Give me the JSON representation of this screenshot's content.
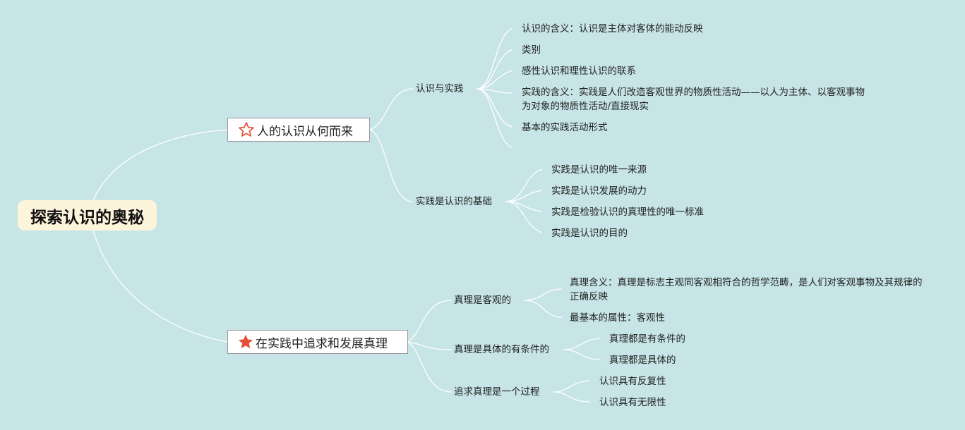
{
  "root": {
    "label": "探索认识的奥秘"
  },
  "branches": [
    {
      "label": "人的认识从何而来",
      "icon": "star-outline-icon",
      "icon_color": "#e5503a",
      "children": [
        {
          "label": "认识与实践",
          "children": [
            "认识的含义：认识是主体对客体的能动反映",
            "类别",
            "感性认识和理性认识的联系",
            "实践的含义：实践是人们改造客观世界的物质性活动——以人为主体、以客观事物为对象的物质性活动/直接现实",
            "基本的实践活动形式"
          ]
        },
        {
          "label": "实践是认识的基础",
          "children": [
            "实践是认识的唯一来源",
            "实践是认识发展的动力",
            "实践是检验认识的真理性的唯一标准",
            "实践是认识的目的"
          ]
        }
      ]
    },
    {
      "label": "在实践中追求和发展真理",
      "icon": "star-filled-icon",
      "icon_color": "#e5503a",
      "children": [
        {
          "label": "真理是客观的",
          "children": [
            "真理含义：真理是标志主观同客观相符合的哲学范畴，是人们对客观事物及其规律的正确反映",
            "最基本的属性：客观性"
          ]
        },
        {
          "label": "真理是具体的有条件的",
          "children": [
            "真理都是有条件的",
            "真理都是具体的"
          ]
        },
        {
          "label": "追求真理是一个过程",
          "children": [
            "认识具有反复性",
            "认识具有无限性"
          ]
        }
      ]
    }
  ]
}
